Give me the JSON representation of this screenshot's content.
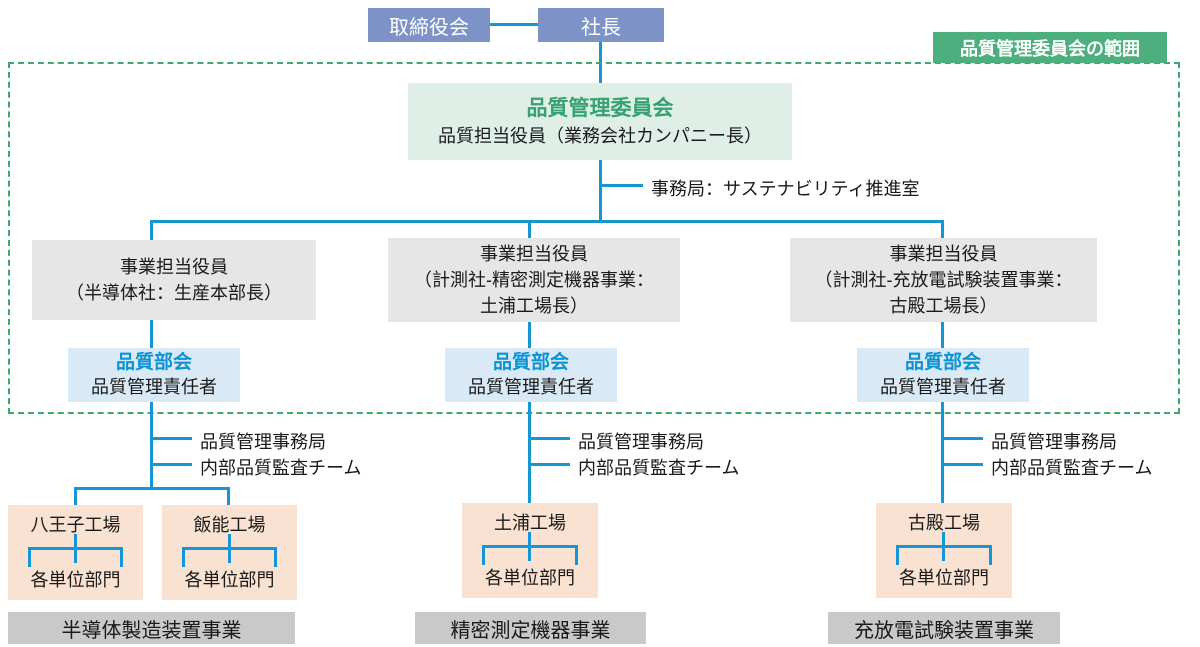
{
  "colors": {
    "line_blue": "#1595d3",
    "dash_green": "#3ea96f",
    "scope_label_bg": "#4caf7d",
    "top_box_bg": "#7d93c8",
    "committee_bg": "#dfefe7",
    "committee_title_green": "#36a173",
    "subcommittee_bg": "#d9eaf6",
    "subcommittee_title_blue": "#0b93d4",
    "executive_bg": "#e6e6e6",
    "factory_bg": "#f9e2d1",
    "business_bar_bg": "#c9c9c9"
  },
  "top": {
    "board": "取締役会",
    "president": "社長"
  },
  "scope_label": "品質管理委員会の範囲",
  "committee": {
    "title": "品質管理委員会",
    "subtitle": "品質担当役員（業務会社カンパニー長）"
  },
  "secretariat": "事務局：サステナビリティ推進室",
  "branches": [
    {
      "executive": "事業担当役員\n（半導体社：生産本部長）",
      "subcommittee": {
        "title": "品質部会",
        "role": "品質管理責任者"
      },
      "admin_office": "品質管理事務局",
      "audit_team": "内部品質監査チーム",
      "factories": [
        {
          "name": "八王子工場",
          "units": "各単位部門"
        },
        {
          "name": "飯能工場",
          "units": "各単位部門"
        }
      ],
      "business": "半導体製造装置事業"
    },
    {
      "executive": "事業担当役員\n（計測社-精密測定機器事業：\n土浦工場長）",
      "subcommittee": {
        "title": "品質部会",
        "role": "品質管理責任者"
      },
      "admin_office": "品質管理事務局",
      "audit_team": "内部品質監査チーム",
      "factories": [
        {
          "name": "土浦工場",
          "units": "各単位部門"
        }
      ],
      "business": "精密測定機器事業"
    },
    {
      "executive": "事業担当役員\n（計測社-充放電試験装置事業：\n古殿工場長）",
      "subcommittee": {
        "title": "品質部会",
        "role": "品質管理責任者"
      },
      "admin_office": "品質管理事務局",
      "audit_team": "内部品質監査チーム",
      "factories": [
        {
          "name": "古殿工場",
          "units": "各単位部門"
        }
      ],
      "business": "充放電試験装置事業"
    }
  ]
}
